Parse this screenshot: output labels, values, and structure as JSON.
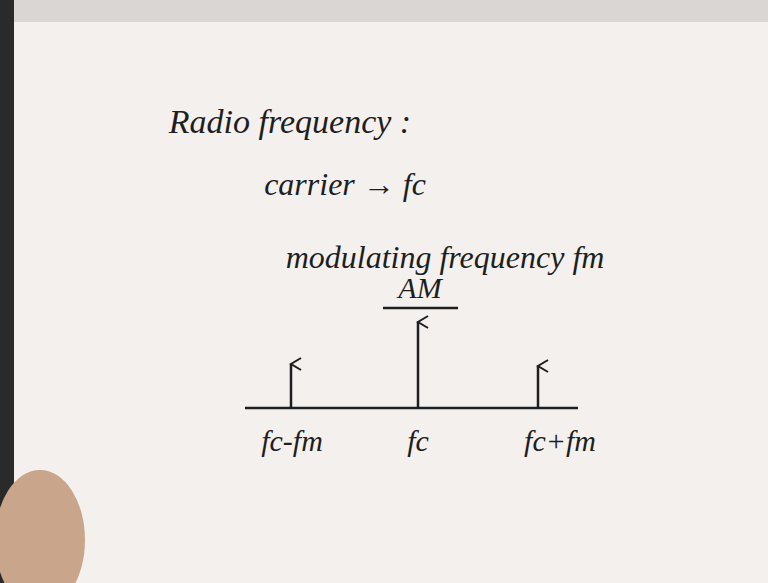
{
  "diagram": {
    "title": "Radio frequency :",
    "labels": [
      "carrier → fc",
      "modulating frequency fm",
      "AM",
      "fc-fm",
      "fc",
      "fc+fm"
    ]
  }
}
